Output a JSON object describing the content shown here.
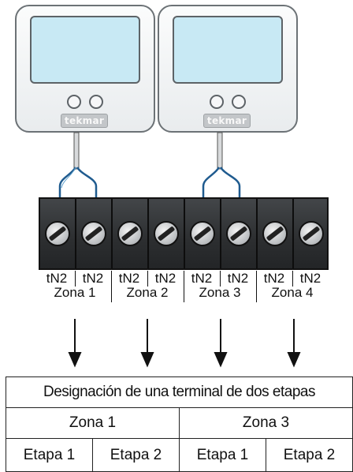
{
  "thermostats": [
    {
      "logo": "tekmar"
    },
    {
      "logo": "tekmar"
    }
  ],
  "terminals": [
    "tN2",
    "tN2",
    "tN2",
    "tN2",
    "tN2",
    "tN2",
    "tN2",
    "tN2"
  ],
  "zones": [
    "Zona 1",
    "Zona 2",
    "Zona 3",
    "Zona 4"
  ],
  "table": {
    "header": "Designación de una terminal de dos etapas",
    "zones": [
      "Zona 1",
      "Zona 3"
    ],
    "stages": [
      "Etapa 1",
      "Etapa 2",
      "Etapa 1",
      "Etapa 2"
    ]
  }
}
